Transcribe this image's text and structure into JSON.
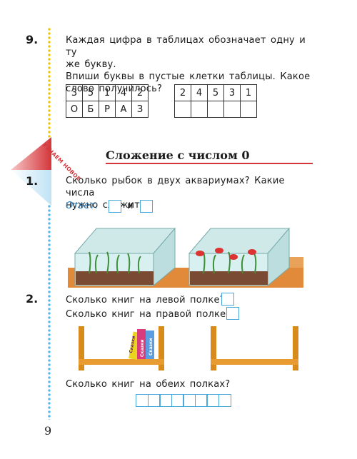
{
  "task9": {
    "number": "9.",
    "text_line1": "Каждая цифра в таблицах обозначает одну и ту",
    "text_line2": "же букву.",
    "text_line3": "Впиши буквы в пустые клетки таблицы. Какое",
    "text_line4": "слово получилось?",
    "table1_digits": [
      "3",
      "5",
      "1",
      "4",
      "2"
    ],
    "table1_letters": [
      "О",
      "Б",
      "Р",
      "А",
      "З"
    ],
    "table2_digits": [
      "2",
      "4",
      "5",
      "3",
      "1"
    ]
  },
  "section": {
    "ribbon": "УЗНАЕМ НОВОЕ",
    "title": "Сложение с числом 0"
  },
  "task1": {
    "number": "1.",
    "text_line1": "Сколько рыбок в двух аквариумах? Какие числа",
    "text_line2": "нужно сложить?",
    "answer_label": "Ответ:",
    "and_word": "и"
  },
  "task2": {
    "number": "2.",
    "q1": "Сколько книг на левой полке?",
    "q2": "Сколько книг на правой полке?",
    "book_label": "Сказки",
    "q3": "Сколько книг на обеих полках?"
  },
  "page_number": "9",
  "colors": {
    "accent_red": "#d4363a",
    "accent_blue": "#4aa8dc",
    "shelf": "#d98a1c"
  }
}
